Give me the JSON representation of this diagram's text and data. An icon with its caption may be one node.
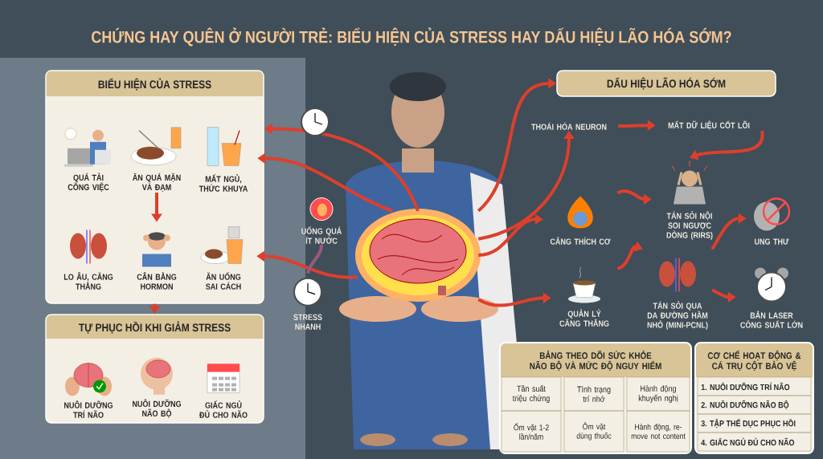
{
  "diagram": {
    "title": "CHỨNG HAY QUÊN Ở NGƯỜI TRẺ: BIỂU HIỆN CỦA STRESS HAY DẤU HIỆU LÃO HÓA SỚM?",
    "nodes": [
      {
        "text": [
          "BIỂU HIỆN CỦA STRESS"
        ]
      },
      {
        "text": [
          "QUÁ TẢI CÔNG VIỆC"
        ],
        "in": 0
      },
      {
        "text": [
          "ĂN QUÁ MẶN VÀ ĐẠM"
        ],
        "in": 0
      },
      {
        "text": [
          "MẤT NGỦ, THỨC KHUYA"
        ],
        "in": 0
      },
      {
        "text": [
          "LO ÂU, CĂNG THẲNG"
        ],
        "in": 0
      },
      {
        "text": [
          "CÂN BẰNG HORMON"
        ],
        "in": 0
      },
      {
        "text": [
          "ĂN UỐNG SAI CÁCH"
        ],
        "in": 0
      },
      {
        "text": [
          "TỰ PHỤC HỒI KHI GIẢM STRESS"
        ]
      },
      {
        "text": [
          "NUÔI DƯỠNG TRÍ NÃO"
        ],
        "in": 7
      },
      {
        "text": [
          "NUÔI DƯỠNG NÃO BỘ"
        ],
        "in": 7
      },
      {
        "text": [
          "GIẤC NGỦ ĐỦ CHO NÃO"
        ],
        "in": 7
      },
      {
        "text": [],
        "shape": "picture"
      },
      {
        "text": [
          "UỐNG QUÁ ÍT NƯỚC"
        ]
      },
      {
        "text": [
          "STRESS NHANH"
        ]
      },
      {
        "text": [
          "DẤU HIỆU LÃO HÓA SỚM"
        ]
      },
      {
        "text": [
          "THOÁI HÓA NEURON"
        ]
      },
      {
        "text": [
          "MẤT DỮ LIỆU CỐT LÕI"
        ]
      },
      {
        "text": [
          "TÁN SỎI NỘI SOI NGƯỢC DÒNG (RIRS)"
        ]
      },
      {
        "text": [
          "CĂNG THÍCH CƠ"
        ]
      },
      {
        "text": [
          "QUẢN LÝ CĂNG THẲNG"
        ]
      },
      {
        "text": [
          "TÁN SỎI QUA DA ĐƯỜNG HẦM NHỎ (MINI-PCNL)"
        ]
      },
      {
        "text": [
          "UNG THƯ"
        ]
      },
      {
        "text": [
          "BẮN LASER CÔNG SUẤT LỚN"
        ]
      },
      {
        "text": [
          "BẢNG THEO DÕI SỨC KHỎE NÃO BỘ VÀ MỨC ĐỘ NGUY HIỂM"
        ]
      },
      {
        "text": [
          "CƠ CHẾ HOẠT ĐỘNG & CÁ TRỤ CỘT BẢO VỆ"
        ]
      }
    ],
    "edges": [
      {
        "from": 2,
        "to": 5,
        "arrow": "to"
      },
      {
        "from": 0,
        "to": 7,
        "arrow": "to"
      },
      {
        "from": 11,
        "to": 0,
        "arrow": "to"
      },
      {
        "from": 11,
        "to": 3,
        "arrow": "to"
      },
      {
        "from": 11,
        "to": 6,
        "arrow": "to"
      },
      {
        "from": 13,
        "to": 12,
        "arrow": "none",
        "color": "#9a5a7a"
      },
      {
        "from": 11,
        "to": 14,
        "arrow": "to"
      },
      {
        "from": 11,
        "to": 15,
        "arrow": "to"
      },
      {
        "from": 11,
        "to": 18,
        "arrow": "to"
      },
      {
        "from": 11,
        "to": 19,
        "arrow": "to"
      },
      {
        "from": 15,
        "to": 16,
        "arrow": "to"
      },
      {
        "from": 16,
        "to": 17,
        "arrow": "to"
      },
      {
        "from": 18,
        "to": 17,
        "arrow": "to"
      },
      {
        "from": 19,
        "to": 20,
        "arrow": "to"
      },
      {
        "from": 20,
        "to": 21,
        "arrow": "to"
      },
      {
        "from": 20,
        "to": 22,
        "arrow": "to"
      }
    ],
    "labels": [
      "Tần suất triệu chứng",
      "Tình trạng trí nhớ",
      "Hành động khuyến nghị",
      "Ốm vặt 1-2 lần/năm",
      "Ôm vặt dùng thuốc",
      "Hành động, re-move not content",
      "1. NUÔI DƯỠNG TRÍ NÃO",
      "2. NUÔI DƯỠNG NÃO BỘ",
      "3. TẬP THỂ DỤC PHỤC HỒI",
      "4. GIẤC NGỦ ĐỦ CHO NÃO"
    ]
  }
}
